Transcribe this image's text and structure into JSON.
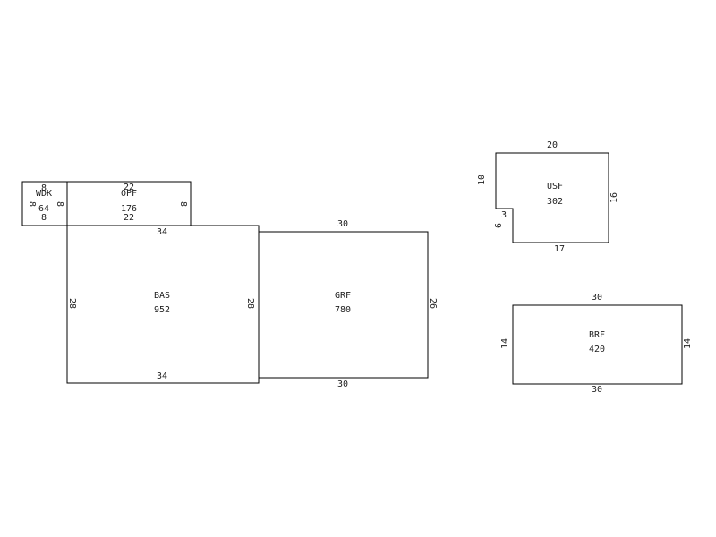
{
  "sketch": {
    "areas": {
      "wdk": {
        "code": "WDK",
        "area": "64",
        "dim_top": "8",
        "dim_bottom": "8",
        "dim_left": "8",
        "dim_right": "8"
      },
      "opf": {
        "code": "OPF",
        "area": "176",
        "dim_top": "22",
        "dim_bottom": "22",
        "dim_right": "8"
      },
      "bas": {
        "code": "BAS",
        "area": "952",
        "dim_top": "34",
        "dim_bottom": "34",
        "dim_left": "28",
        "dim_right": "28"
      },
      "grf": {
        "code": "GRF",
        "area": "780",
        "dim_top": "30",
        "dim_bottom": "30",
        "dim_right": "26"
      },
      "usf": {
        "code": "USF",
        "area": "302",
        "dim_top": "20",
        "dim_bottom": "17",
        "dim_left": "10",
        "dim_notch_h": "3",
        "dim_notch_v": "6",
        "dim_right": "16"
      },
      "brf": {
        "code": "BRF",
        "area": "420",
        "dim_top": "30",
        "dim_bottom": "30",
        "dim_left": "14",
        "dim_right": "14"
      }
    }
  }
}
